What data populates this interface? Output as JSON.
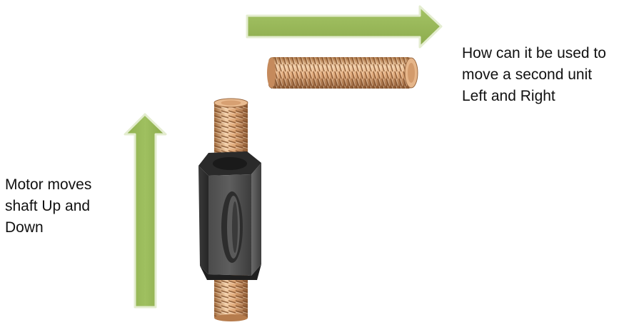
{
  "labels": {
    "right": [
      "How can it be used to",
      "move a second unit",
      "Left and Right"
    ],
    "left": [
      "Motor moves",
      "shaft Up and",
      "Down"
    ]
  },
  "colors": {
    "arrow_fill": "#9bbb59",
    "arrow_edge": "#dfe9c7",
    "copper_light": "#f1c9a2",
    "copper_mid": "#d59a6b",
    "copper_dark": "#8a5a36",
    "nut_dark": "#2c2c2c",
    "nut_mid": "#4a4a4a",
    "nut_light": "#6a6a6a"
  },
  "icons": {
    "right_arrow": "arrow-right-icon",
    "up_arrow": "arrow-up-icon",
    "horizontal_rod": "threaded-rod-icon",
    "vertical_rod": "threaded-rod-icon",
    "nut": "hex-coupling-nut-icon"
  }
}
